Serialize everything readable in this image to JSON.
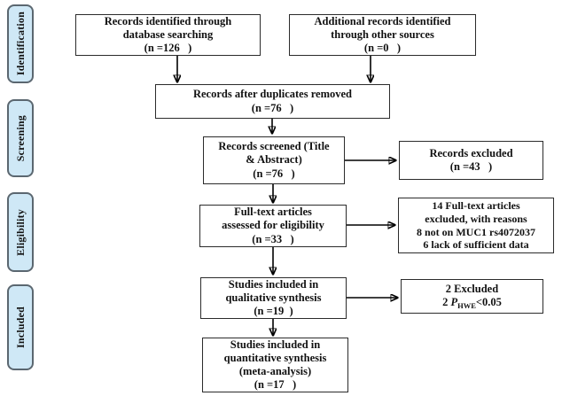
{
  "colors": {
    "sidebar_fill": "#cfe8f6",
    "sidebar_border": "#5b6770",
    "box_border": "#2b2b2b",
    "arrow": "#000000"
  },
  "sidebar": {
    "items": [
      {
        "label": "Identification"
      },
      {
        "label": "Screening"
      },
      {
        "label": "Eligibility"
      },
      {
        "label": "Included"
      }
    ]
  },
  "boxes": {
    "records_identified": {
      "text": "Records identified through\ndatabase searching\n(n =126   )"
    },
    "additional_records": {
      "text": "Additional records identified\nthrough other sources\n(n =0   )"
    },
    "duplicates_removed": {
      "text": "Records after duplicates removed\n(n =76   )"
    },
    "records_screened": {
      "text": "Records screened (Title\n& Abstract)\n(n =76   )"
    },
    "records_excluded": {
      "text": "Records excluded\n(n =43   )"
    },
    "fulltext_assessed": {
      "text": "Full-text articles\nassessed for eligibility\n(n =33   )"
    },
    "fulltext_excluded": {
      "text": "14 Full-text articles\nexcluded, with reasons\n8 not on MUC1 rs4072037\n6 lack of sufficient data"
    },
    "qualitative_synthesis": {
      "text": "Studies included in\nqualitative synthesis\n(n =19  )"
    },
    "excluded_hwe": {
      "line1": "2 Excluded",
      "l2_prefix": "2 ",
      "l2_p": "P",
      "l2_sub": "HWE",
      "l2_suffix": "<0.05"
    },
    "quantitative_synthesis": {
      "text": "Studies included in\nquantitative synthesis\n(meta-analysis)\n(n =17   )"
    }
  }
}
